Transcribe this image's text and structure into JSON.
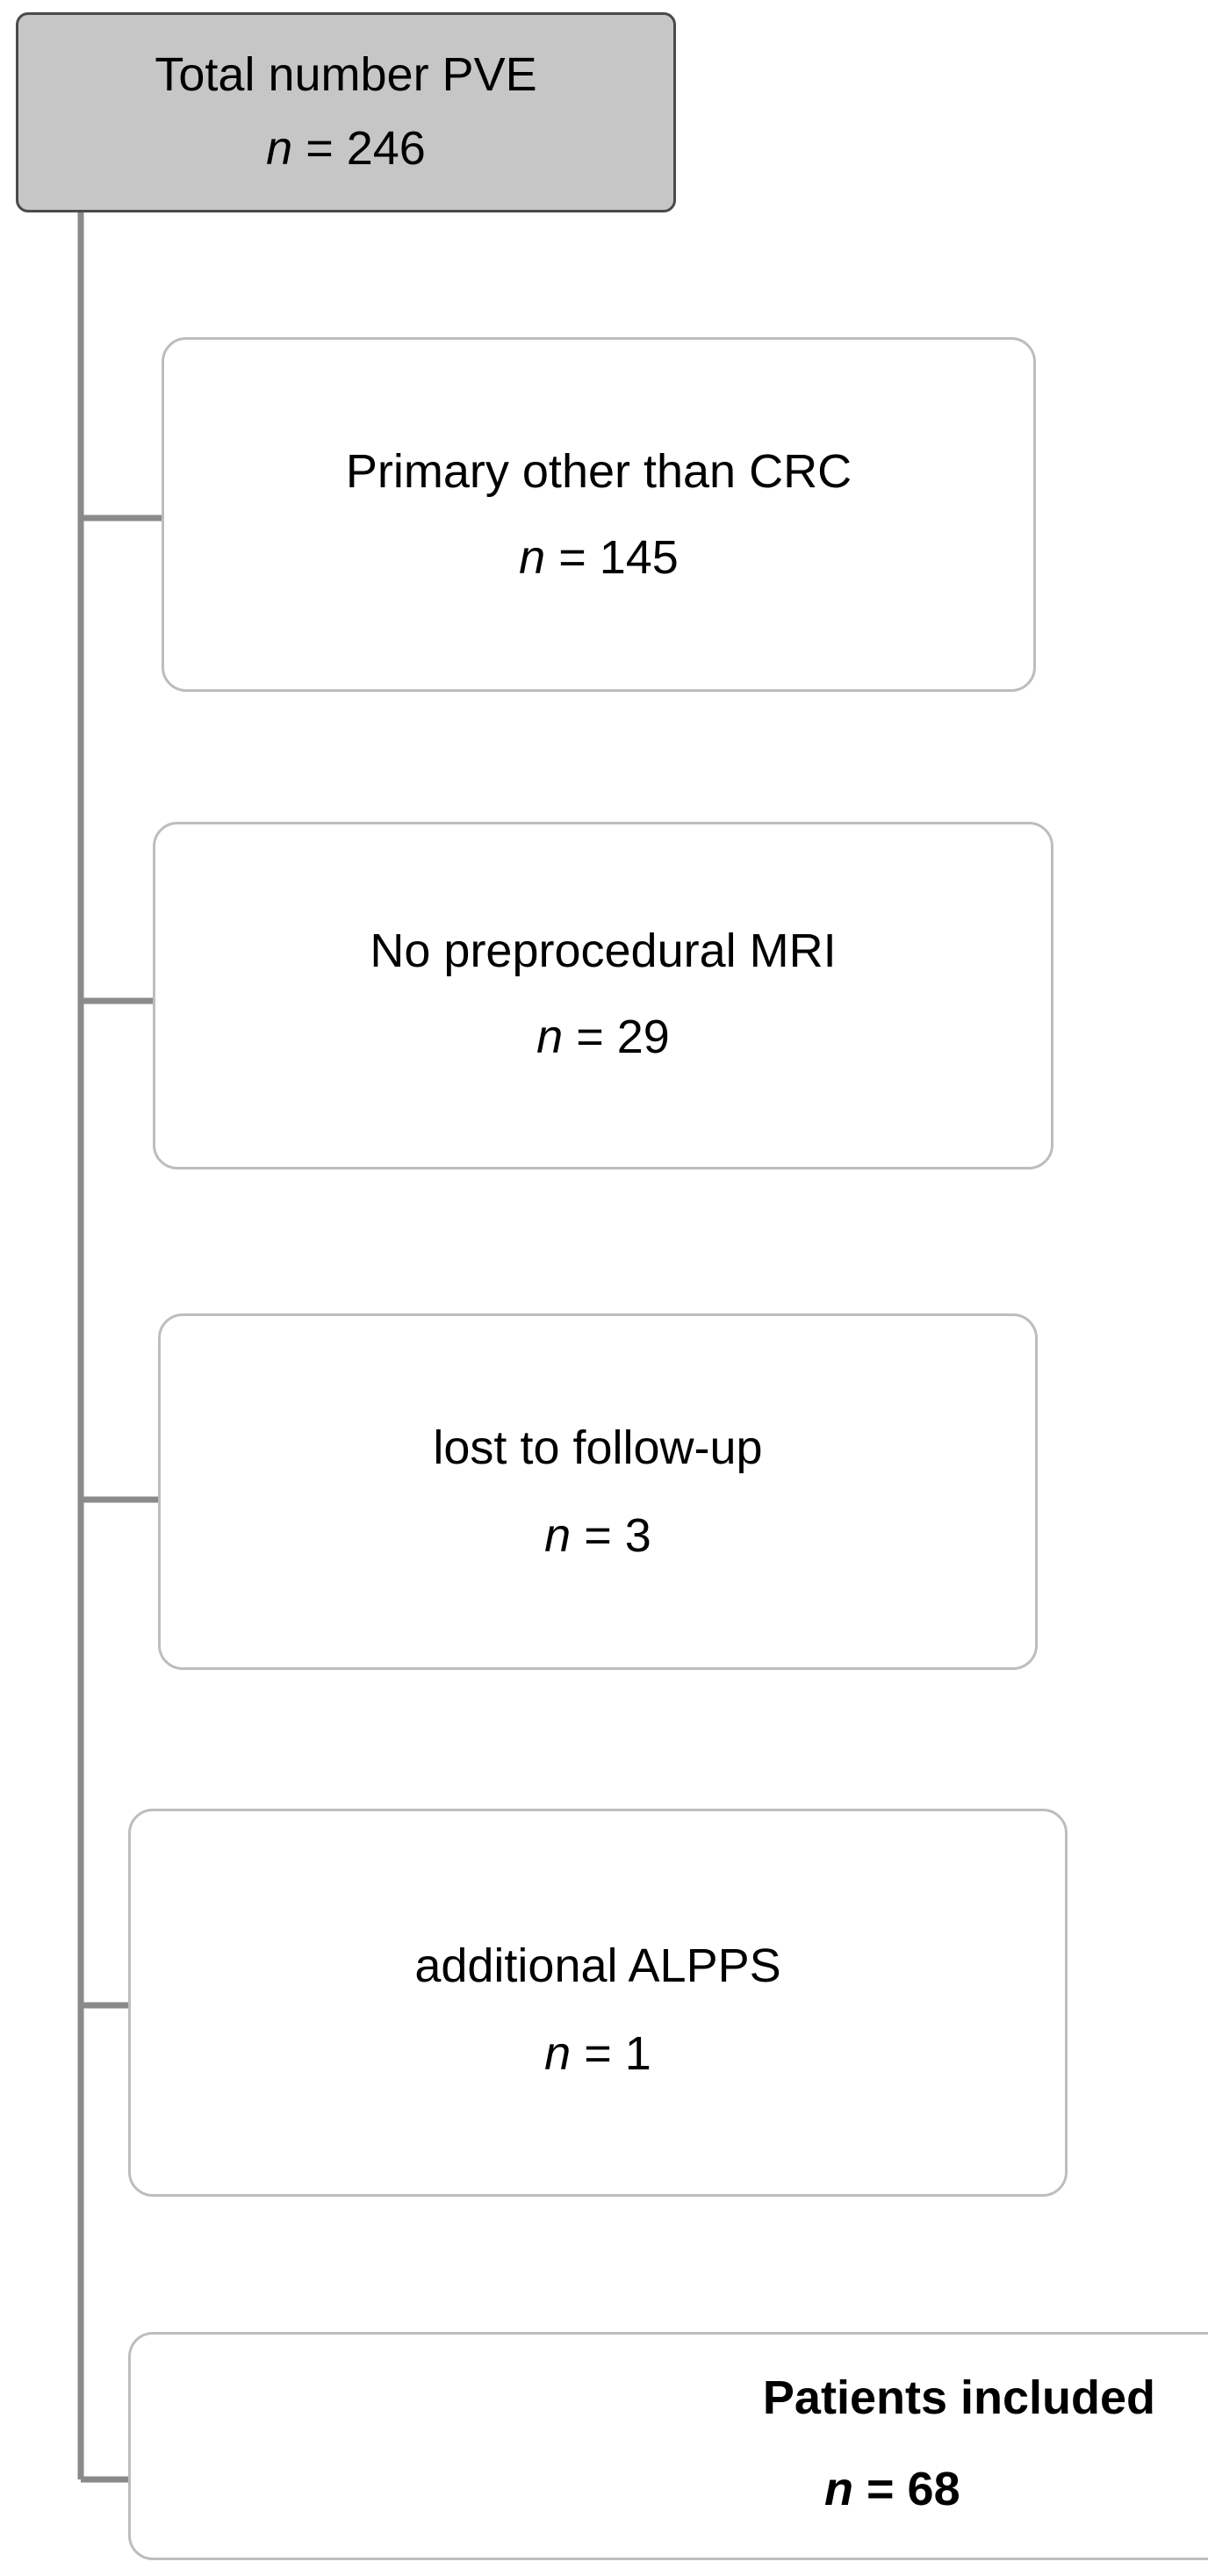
{
  "diagram": {
    "top": {
      "label": "Total number PVE",
      "n_var": "n",
      "n_value": "= 246"
    },
    "exclusions": [
      {
        "label": "Primary other than CRC",
        "n_var": "n",
        "n_value": "= 145"
      },
      {
        "label": "No preprocedural MRI",
        "n_var": "n",
        "n_value": "= 29"
      },
      {
        "label": "lost to follow-up",
        "n_var": "n",
        "n_value": "= 3"
      },
      {
        "label": "additional ALPPS",
        "n_var": "n",
        "n_value": "= 1"
      }
    ],
    "result": {
      "label": "Patients included",
      "n_var": "n",
      "n_value": "= 68"
    },
    "colors": {
      "top_fill": "#c6c6c6",
      "top_border": "#4a4a4a",
      "box_border": "#bdbdbd",
      "connector": "#8a8a8a"
    }
  }
}
